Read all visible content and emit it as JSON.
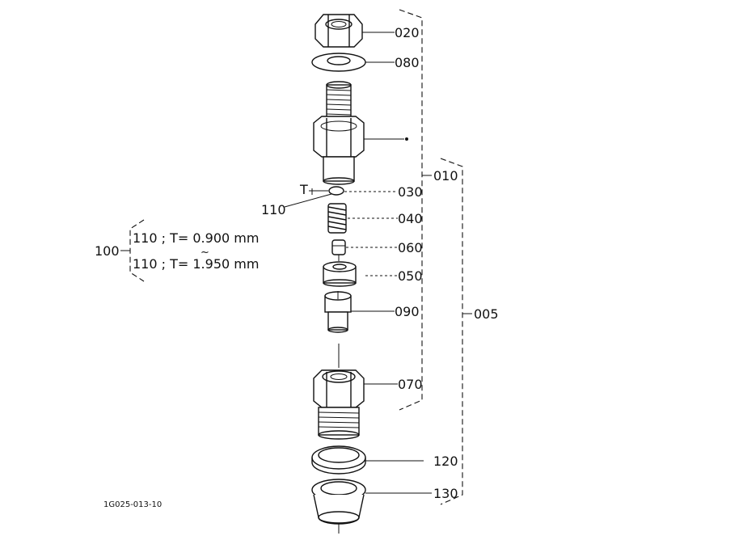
{
  "labels": {
    "p020": "020",
    "p080": "080",
    "p010": "010",
    "p030": "030",
    "p110": "110",
    "pT": "T",
    "p040": "040",
    "p060": "060",
    "p050": "050",
    "p090": "090",
    "p070": "070",
    "p005": "005",
    "p120": "120",
    "p130": "130",
    "p100": "100"
  },
  "shims": {
    "line1": "110 ; T= 0.900 mm",
    "tilde": "~",
    "line2": "110 ; T= 1.950 mm"
  },
  "drawing_id": "1G025-013-10"
}
